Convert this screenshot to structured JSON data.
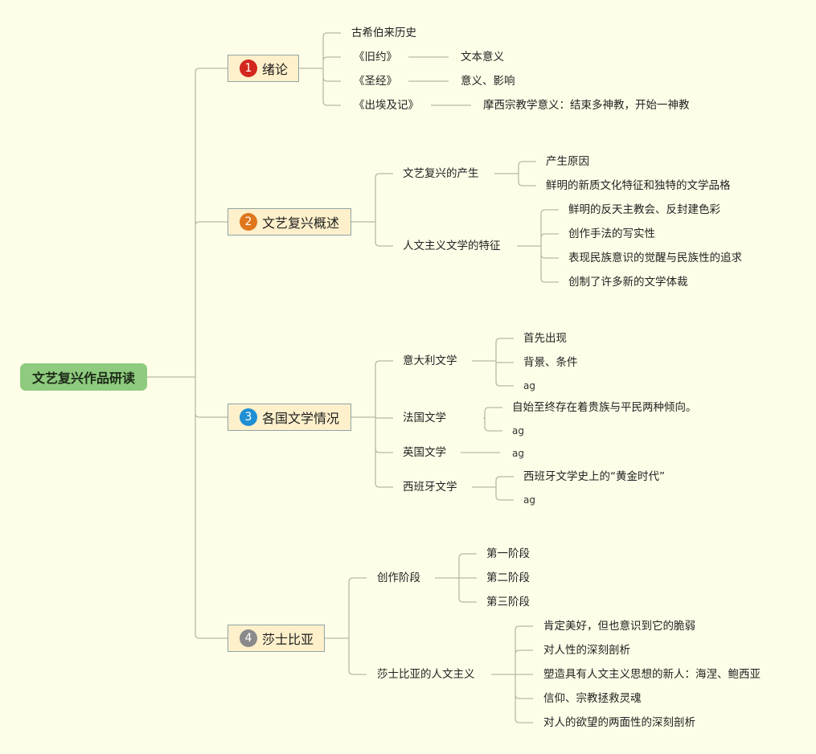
{
  "root": {
    "label": "文艺复兴作品研读"
  },
  "branches": [
    {
      "num": "1",
      "label": "绪论",
      "color": "#d2261e",
      "children": [
        {
          "label": "古希伯来历史"
        },
        {
          "label": "《旧约》",
          "note": "文本意义"
        },
        {
          "label": "《圣经》",
          "note": "意义、影响"
        },
        {
          "label": "《出埃及记》",
          "note": "摩西宗教学意义：结束多神教，开始一神教"
        }
      ]
    },
    {
      "num": "2",
      "label": "文艺复兴概述",
      "color": "#e0761c",
      "children": [
        {
          "label": "文艺复兴的产生",
          "children": [
            "产生原因",
            "鲜明的新质文化特征和独特的文学品格"
          ]
        },
        {
          "label": "人文主义文学的特征",
          "children": [
            "鲜明的反天主教会、反封建色彩",
            "创作手法的写实性",
            "表现民族意识的觉醒与民族性的追求",
            "创制了许多新的文学体裁"
          ]
        }
      ]
    },
    {
      "num": "3",
      "label": "各国文学情况",
      "color": "#1f8fd4",
      "children": [
        {
          "label": "意大利文学",
          "children": [
            "首先出现",
            "背景、条件",
            "ag"
          ]
        },
        {
          "label": "法国文学",
          "children": [
            "自始至终存在着贵族与平民两种倾向。",
            "ag"
          ]
        },
        {
          "label": "英国文学",
          "children": [
            "ag"
          ]
        },
        {
          "label": "西班牙文学",
          "children": [
            "西班牙文学史上的“黄金时代”",
            "ag"
          ]
        }
      ]
    },
    {
      "num": "4",
      "label": "莎士比亚",
      "color": "#8a8a8a",
      "children": [
        {
          "label": "创作阶段",
          "children": [
            "第一阶段",
            "第二阶段",
            "第三阶段"
          ]
        },
        {
          "label": "莎士比亚的人文主义",
          "children": [
            "肯定美好，但也意识到它的脆弱",
            "对人性的深刻剖析",
            "塑造具有人文主义思想的新人：海涅、鲍西亚",
            "信仰、宗教拯救灵魂",
            "对人的欲望的两面性的深刻剖析"
          ]
        }
      ]
    }
  ]
}
